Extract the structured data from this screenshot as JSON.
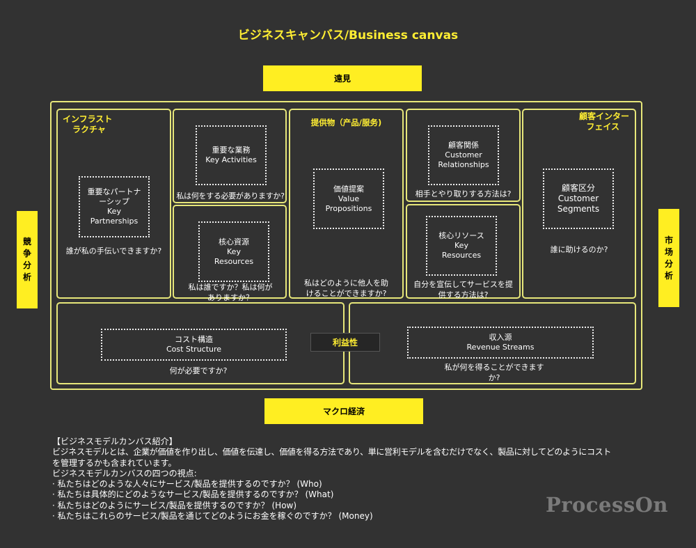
{
  "title": "ビジネスキャンバス/Business canvas",
  "top_bar": "遠見",
  "bottom_bar": "マクロ経済",
  "left_bar": [
    "競",
    "争",
    "分",
    "析"
  ],
  "right_bar": [
    "市",
    "场",
    "分",
    "析"
  ],
  "infrastructure": {
    "heading": [
      "インフラスト",
      "ラクチャ"
    ],
    "partners": [
      "重要なパートナ",
      "ーシップ",
      "Key",
      "Partnerships"
    ],
    "partners_q": "誰が私の手伝いできますか?"
  },
  "activities": {
    "box": [
      "重要な業務",
      "Key Activities"
    ],
    "q": "私は何をする必要がありますか?"
  },
  "resources": {
    "box": [
      "核心資源",
      "Key",
      "Resources"
    ],
    "q": [
      "私は誰ですか？私は何が",
      "ありますか？"
    ]
  },
  "offer": {
    "heading": "提供物（产品/服务)",
    "box": [
      "価値提案",
      "Value",
      "Propositions"
    ],
    "q": [
      "私はどのように他人を助",
      "けることができますか?"
    ]
  },
  "relationships": {
    "box": [
      "顧客関係",
      "Customer",
      "Relationships"
    ],
    "q": "相手とやり取りする方法は?"
  },
  "channels": {
    "box": [
      "核心リソース",
      "Key",
      "Resources"
    ],
    "q": [
      "自分を宣伝してサービスを提",
      "供する方法は?"
    ]
  },
  "customer": {
    "heading": [
      "顧客インター",
      "フェイス"
    ],
    "box": [
      "顧客区分",
      "Customer",
      "Segments"
    ],
    "q": "誰に助けるのか?"
  },
  "cost": {
    "box": [
      "コスト構造",
      "Cost Structure"
    ],
    "q": "何が必要ですか?"
  },
  "profit": "利益性",
  "revenue": {
    "box": [
      "収入源",
      "Revenue Streams"
    ],
    "q": [
      "私が何を得ることができます",
      "か?"
    ]
  },
  "intro": [
    "【ビジネスモデルカンバス紹介】",
    "ビジネスモデルとは、企業が価値を作り出し、価値を伝達し、価値を得る方法であり、単に営利モデルを含むだけでなく、製品に対してどのようにコスト",
    "を管理するかも含まれています。",
    "ビジネスモデルカンバスの四つの視点:",
    "· 私たちはどのような人々にサービス/製品を提供するのですか？ (Who)",
    "· 私たちは具体的にどのようなサービス/製品を提供するのですか？ (What)",
    "· 私たちはどのようにサービス/製品を提供するのですか？ (How)",
    "· 私たちはこれらのサービス/製品を通じてどのようにお金を稼ぐのですか？ (Money)"
  ],
  "logo": "ProcessOn",
  "colors": {
    "background": "#323232",
    "accent": "#ffee22",
    "border": "#e7e77a"
  }
}
